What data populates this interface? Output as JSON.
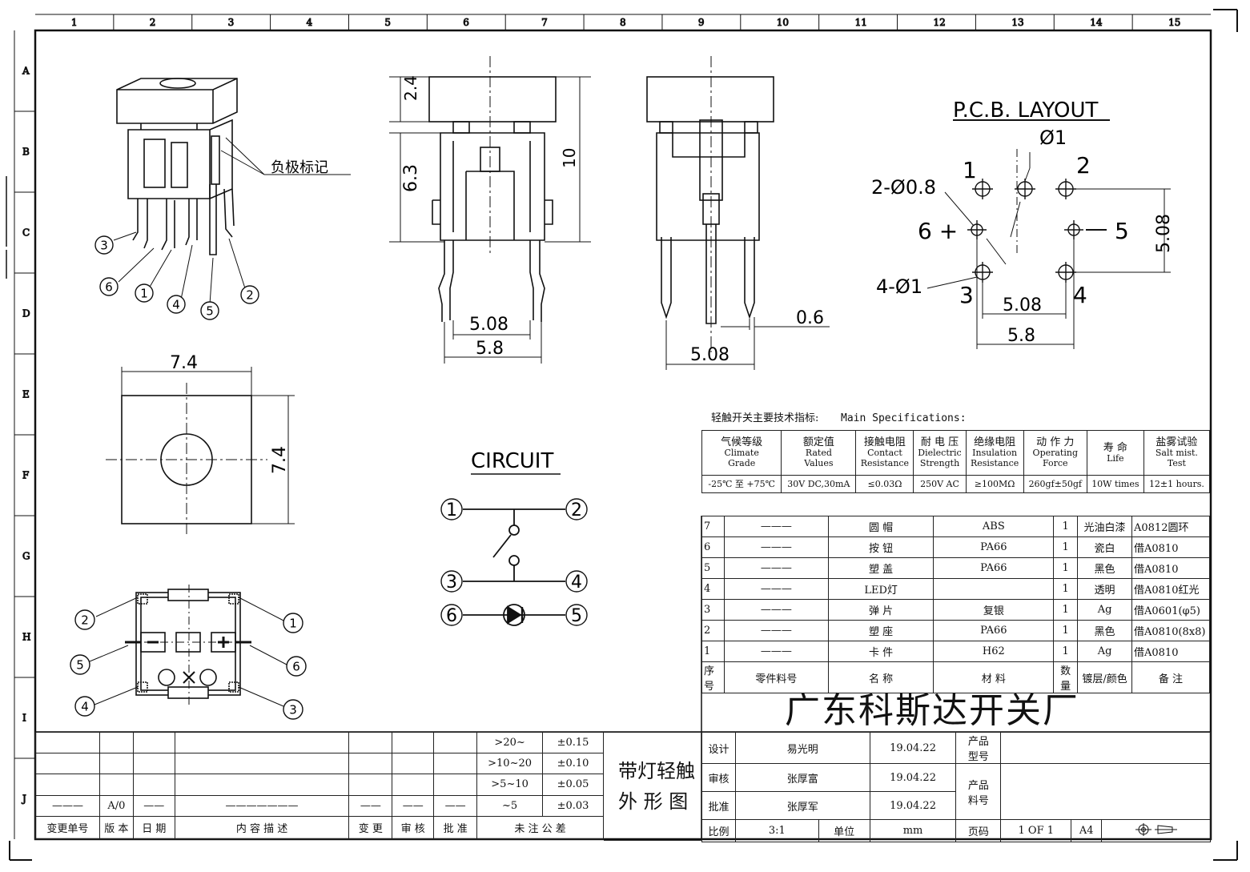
{
  "ruler": {
    "columns": [
      "1",
      "2",
      "3",
      "4",
      "5",
      "6",
      "7",
      "8",
      "9",
      "10",
      "11",
      "12",
      "13",
      "14",
      "15"
    ],
    "rows": [
      "A",
      "B",
      "C",
      "D",
      "E",
      "F",
      "G",
      "H",
      "I",
      "J"
    ]
  },
  "iso_view": {
    "label_negative": "负极标记",
    "pins": [
      "3",
      "6",
      "1",
      "4",
      "5",
      "2"
    ]
  },
  "front_view": {
    "dim_cap": "2.4",
    "dim_body": "6.3",
    "dim_total": "10",
    "dim_pin_inner": "5.08",
    "dim_pin_outer": "5.8"
  },
  "side_view": {
    "dim_pin": "0.6",
    "dim_spacing": "5.08"
  },
  "pcb": {
    "title": "P.C.B. LAYOUT",
    "hole_center": "Ø1",
    "hole_small": "2-Ø0.8",
    "hole_big": "4-Ø1",
    "pins": [
      "1",
      "2",
      "6 +",
      "5",
      "3",
      "4"
    ],
    "dim_vertical": "5.08",
    "dim_inner": "5.08",
    "dim_outer": "5.8"
  },
  "top_view": {
    "dim_width": "7.4",
    "dim_height": "7.4"
  },
  "circuit": {
    "title": "CIRCUIT",
    "pins": [
      "1",
      "2",
      "3",
      "4",
      "6",
      "5"
    ]
  },
  "bottom_view": {
    "pins": [
      "2",
      "1",
      "5",
      "6",
      "4",
      "3"
    ]
  },
  "specs": {
    "heading_cn": "轻触开关主要技术指标:",
    "heading_en": "Main Specifications:",
    "columns": [
      {
        "cn": "气候等级",
        "en1": "Climate",
        "en2": "Grade",
        "value": "-25℃ 至 +75℃"
      },
      {
        "cn": "额定值",
        "en1": "Rated",
        "en2": "Values",
        "value": "30V DC,30mA"
      },
      {
        "cn": "接触电阻",
        "en1": "Contact",
        "en2": "Resistance",
        "value": "≤0.03Ω"
      },
      {
        "cn": "耐 电 压",
        "en1": "Dielectric",
        "en2": "Strength",
        "value": "250V AC"
      },
      {
        "cn": "绝缘电阻",
        "en1": "Insulation",
        "en2": "Resistance",
        "value": "≥100MΩ"
      },
      {
        "cn": "动 作 力",
        "en1": "Operating",
        "en2": "Force",
        "value": "260gf±50gf"
      },
      {
        "cn": "寿  命",
        "en1": "Life",
        "en2": "",
        "value": "10W times"
      },
      {
        "cn": "盐雾试验",
        "en1": "Salt mist.",
        "en2": "Test",
        "value": "12±1 hours."
      }
    ]
  },
  "bom": {
    "rows": [
      {
        "no": "7",
        "part": "———",
        "name": "圆  帽",
        "material": "ABS",
        "qty": "1",
        "finish": "光油白漆",
        "note": "A0812圆环"
      },
      {
        "no": "6",
        "part": "———",
        "name": "按  钮",
        "material": "PA66",
        "qty": "1",
        "finish": "瓷白",
        "note": "借A0810"
      },
      {
        "no": "5",
        "part": "———",
        "name": "塑  盖",
        "material": "PA66",
        "qty": "1",
        "finish": "黑色",
        "note": "借A0810"
      },
      {
        "no": "4",
        "part": "———",
        "name": "LED灯",
        "material": "",
        "qty": "1",
        "finish": "透明",
        "note": "借A0810红光"
      },
      {
        "no": "3",
        "part": "———",
        "name": "弹  片",
        "material": "复银",
        "qty": "1",
        "finish": "Ag",
        "note": "借A0601(φ5)"
      },
      {
        "no": "2",
        "part": "———",
        "name": "塑  座",
        "material": "PA66",
        "qty": "1",
        "finish": "黑色",
        "note": "借A0810(8x8)"
      },
      {
        "no": "1",
        "part": "———",
        "name": "卡  件",
        "material": "H62",
        "qty": "1",
        "finish": "Ag",
        "note": "借A0810"
      }
    ],
    "header": {
      "no": "序号",
      "part": "零件料号",
      "name": "名  称",
      "material": "材  料",
      "qty": "数量",
      "finish": "镀层/颜色",
      "note": "备  注"
    }
  },
  "company": "广东科斯达开关厂",
  "title_block": {
    "tolerances": [
      {
        "range": ">20~",
        "tol": "±0.15"
      },
      {
        "range": ">10~20",
        "tol": "±0.10"
      },
      {
        "range": ">5~10",
        "tol": "±0.05"
      },
      {
        "range": "~5",
        "tol": "±0.03"
      }
    ],
    "revision": "A/0",
    "footer_labels": [
      "变更单号",
      "版 本",
      "日 期",
      "内 容 描 述",
      "变 更",
      "审 核",
      "批 准",
      "未 注 公 差"
    ],
    "drawing_title_1": "带灯轻触",
    "drawing_title_2": "外 形 图",
    "design_label": "设计",
    "designer": "易光明",
    "design_date": "19.04.22",
    "review_label": "审核",
    "reviewer": "张厚富",
    "review_date": "19.04.22",
    "approve_label": "批准",
    "approver": "张厚军",
    "approve_date": "19.04.22",
    "scale_label": "比例",
    "scale": "3:1",
    "unit_label": "单位",
    "unit": "mm",
    "model_label_1": "产品",
    "model_label_2": "型号",
    "partno_label_1": "产品",
    "partno_label_2": "料号",
    "page_label": "页码",
    "page": "1 OF 1",
    "paper": "A4"
  }
}
